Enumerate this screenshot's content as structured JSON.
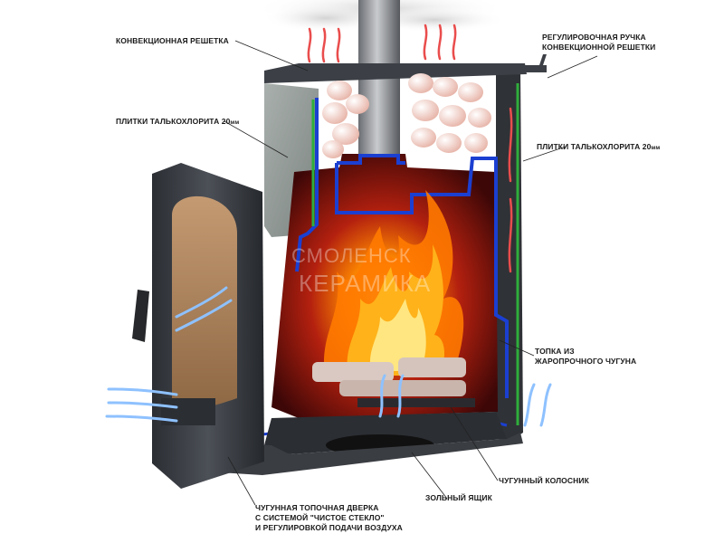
{
  "labels": {
    "convection_grille": "КОНВЕКЦИОННАЯ РЕШЕТКА",
    "talc_tiles_left": "ПЛИТКИ ТАЛЬКОХЛОРИТА 20",
    "talc_tiles_left_unit": "мм",
    "adjust_handle_line1": "РЕГУЛИРОВОЧНАЯ РУЧКА",
    "adjust_handle_line2": "КОНВЕКЦИОННОЙ РЕШЕТКИ",
    "talc_tiles_right": "ПЛИТКИ ТАЛЬКОХЛОРИТА 20",
    "talc_tiles_right_unit": "мм",
    "firebox_line1": "ТОПКА ИЗ",
    "firebox_line2": "ЖАРОПРОЧНОГО ЧУГУНА",
    "grate": "ЧУГУННЫЙ КОЛОСНИК",
    "ash_box": "ЗОЛЬНЫЙ ЯЩИК",
    "door_line1": "ЧУГУННАЯ ТОПОЧНАЯ ДВЕРКА",
    "door_line2": "С СИСТЕМОЙ \"ЧИСТОЕ СТЕКЛО\"",
    "door_line3": "И РЕГУЛИРОВКОЙ ПОДАЧИ ВОЗДУХА"
  },
  "watermark": {
    "line1": "СМОЛЕНСК",
    "line2": "КЕРАМИКА"
  },
  "colors": {
    "body_metal": "#3a3d42",
    "insulation_blue": "#1b3fd1",
    "tile_green": "#2fae3c",
    "fire_orange": "#ff8a00",
    "air_blue": "#9cc8ff",
    "hot_air_red": "#e83a3a",
    "firebox_red": "#5a0d0d",
    "stone_white": "#f3ece6"
  }
}
